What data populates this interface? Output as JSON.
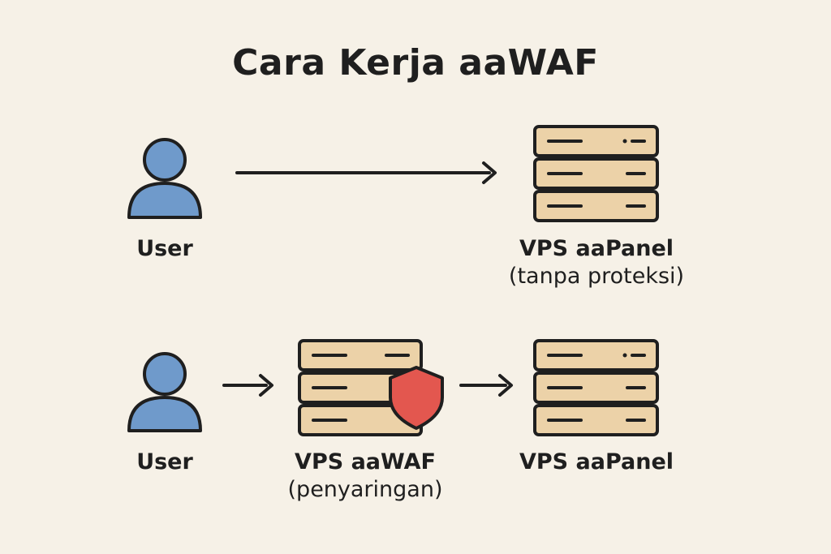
{
  "title": "Cara Kerja aaWAF",
  "row1": {
    "user_label": "User",
    "server_label": "VPS aaPanel",
    "server_sublabel": "(tanpa proteksi)"
  },
  "row2": {
    "user_label": "User",
    "waf_label": "VPS aaWAF",
    "waf_sublabel": "(penyaringan)",
    "server_label": "VPS aaPanel"
  },
  "colors": {
    "background": "#f6f1e7",
    "user": "#6f9acb",
    "server": "#ecd2a8",
    "shield": "#e3574f",
    "outline": "#1f1f1f"
  }
}
